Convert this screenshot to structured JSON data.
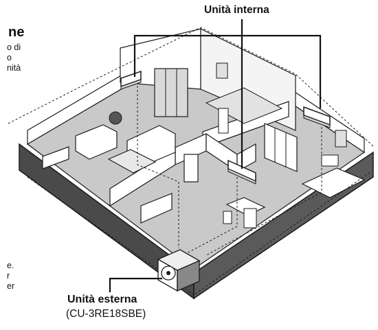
{
  "labels": {
    "indoor_unit": "Unità interna",
    "outdoor_unit": "Unità esterna",
    "outdoor_model": "(CU-3RE18SBE)"
  },
  "left_text": {
    "heading": "ne",
    "lines": [
      "o di",
      "o",
      "nità"
    ]
  },
  "lower_left_text": {
    "lines": [
      "e.",
      "r",
      "er"
    ]
  },
  "colors": {
    "wall_top": "#ffffff",
    "wall_side": "#4a4a4a",
    "floor": "#c8c8c8",
    "outline": "#1a1a1a",
    "ac_unit": "#ffffff"
  }
}
